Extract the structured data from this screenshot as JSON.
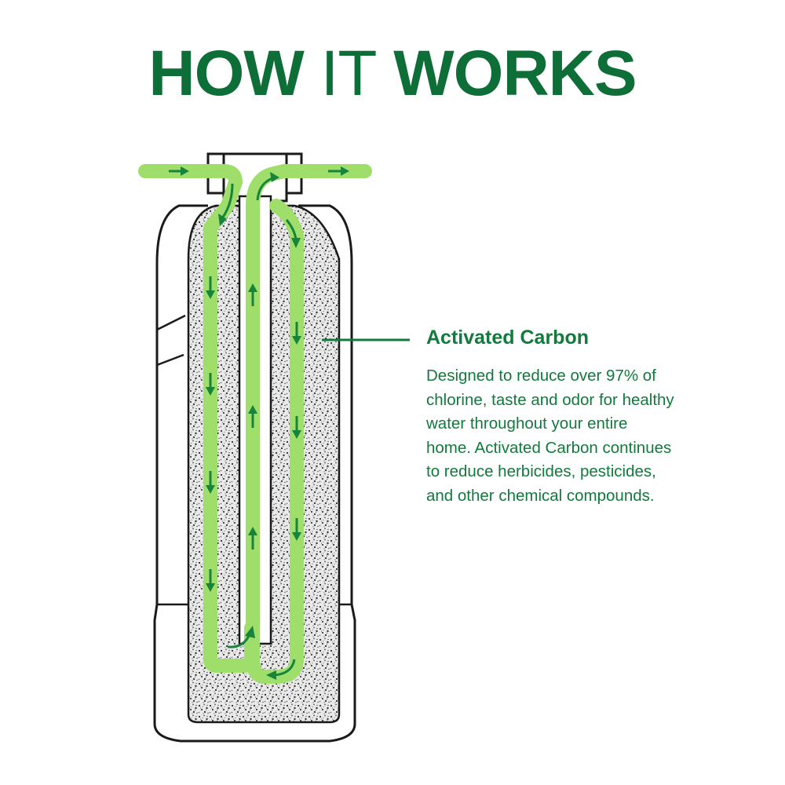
{
  "title": {
    "part1": "HOW ",
    "part2": "IT",
    "part3": " WORKS"
  },
  "callout": {
    "heading": "Activated Carbon",
    "description_lines": [
      "Designed to reduce over 97% of",
      "chlorine, taste and odor for healthy",
      "water throughout your entire",
      "home. Activated Carbon continues",
      "to reduce herbicides, pesticides,",
      "and other chemical compounds."
    ]
  },
  "colors": {
    "title_green": "#0e6e37",
    "text_green": "#117a3c",
    "flow_light_green": "#9fde6b",
    "arrow_dark_green": "#17843c",
    "carbon_gray": "#8a8a8a",
    "outline": "#1a1a1a"
  }
}
